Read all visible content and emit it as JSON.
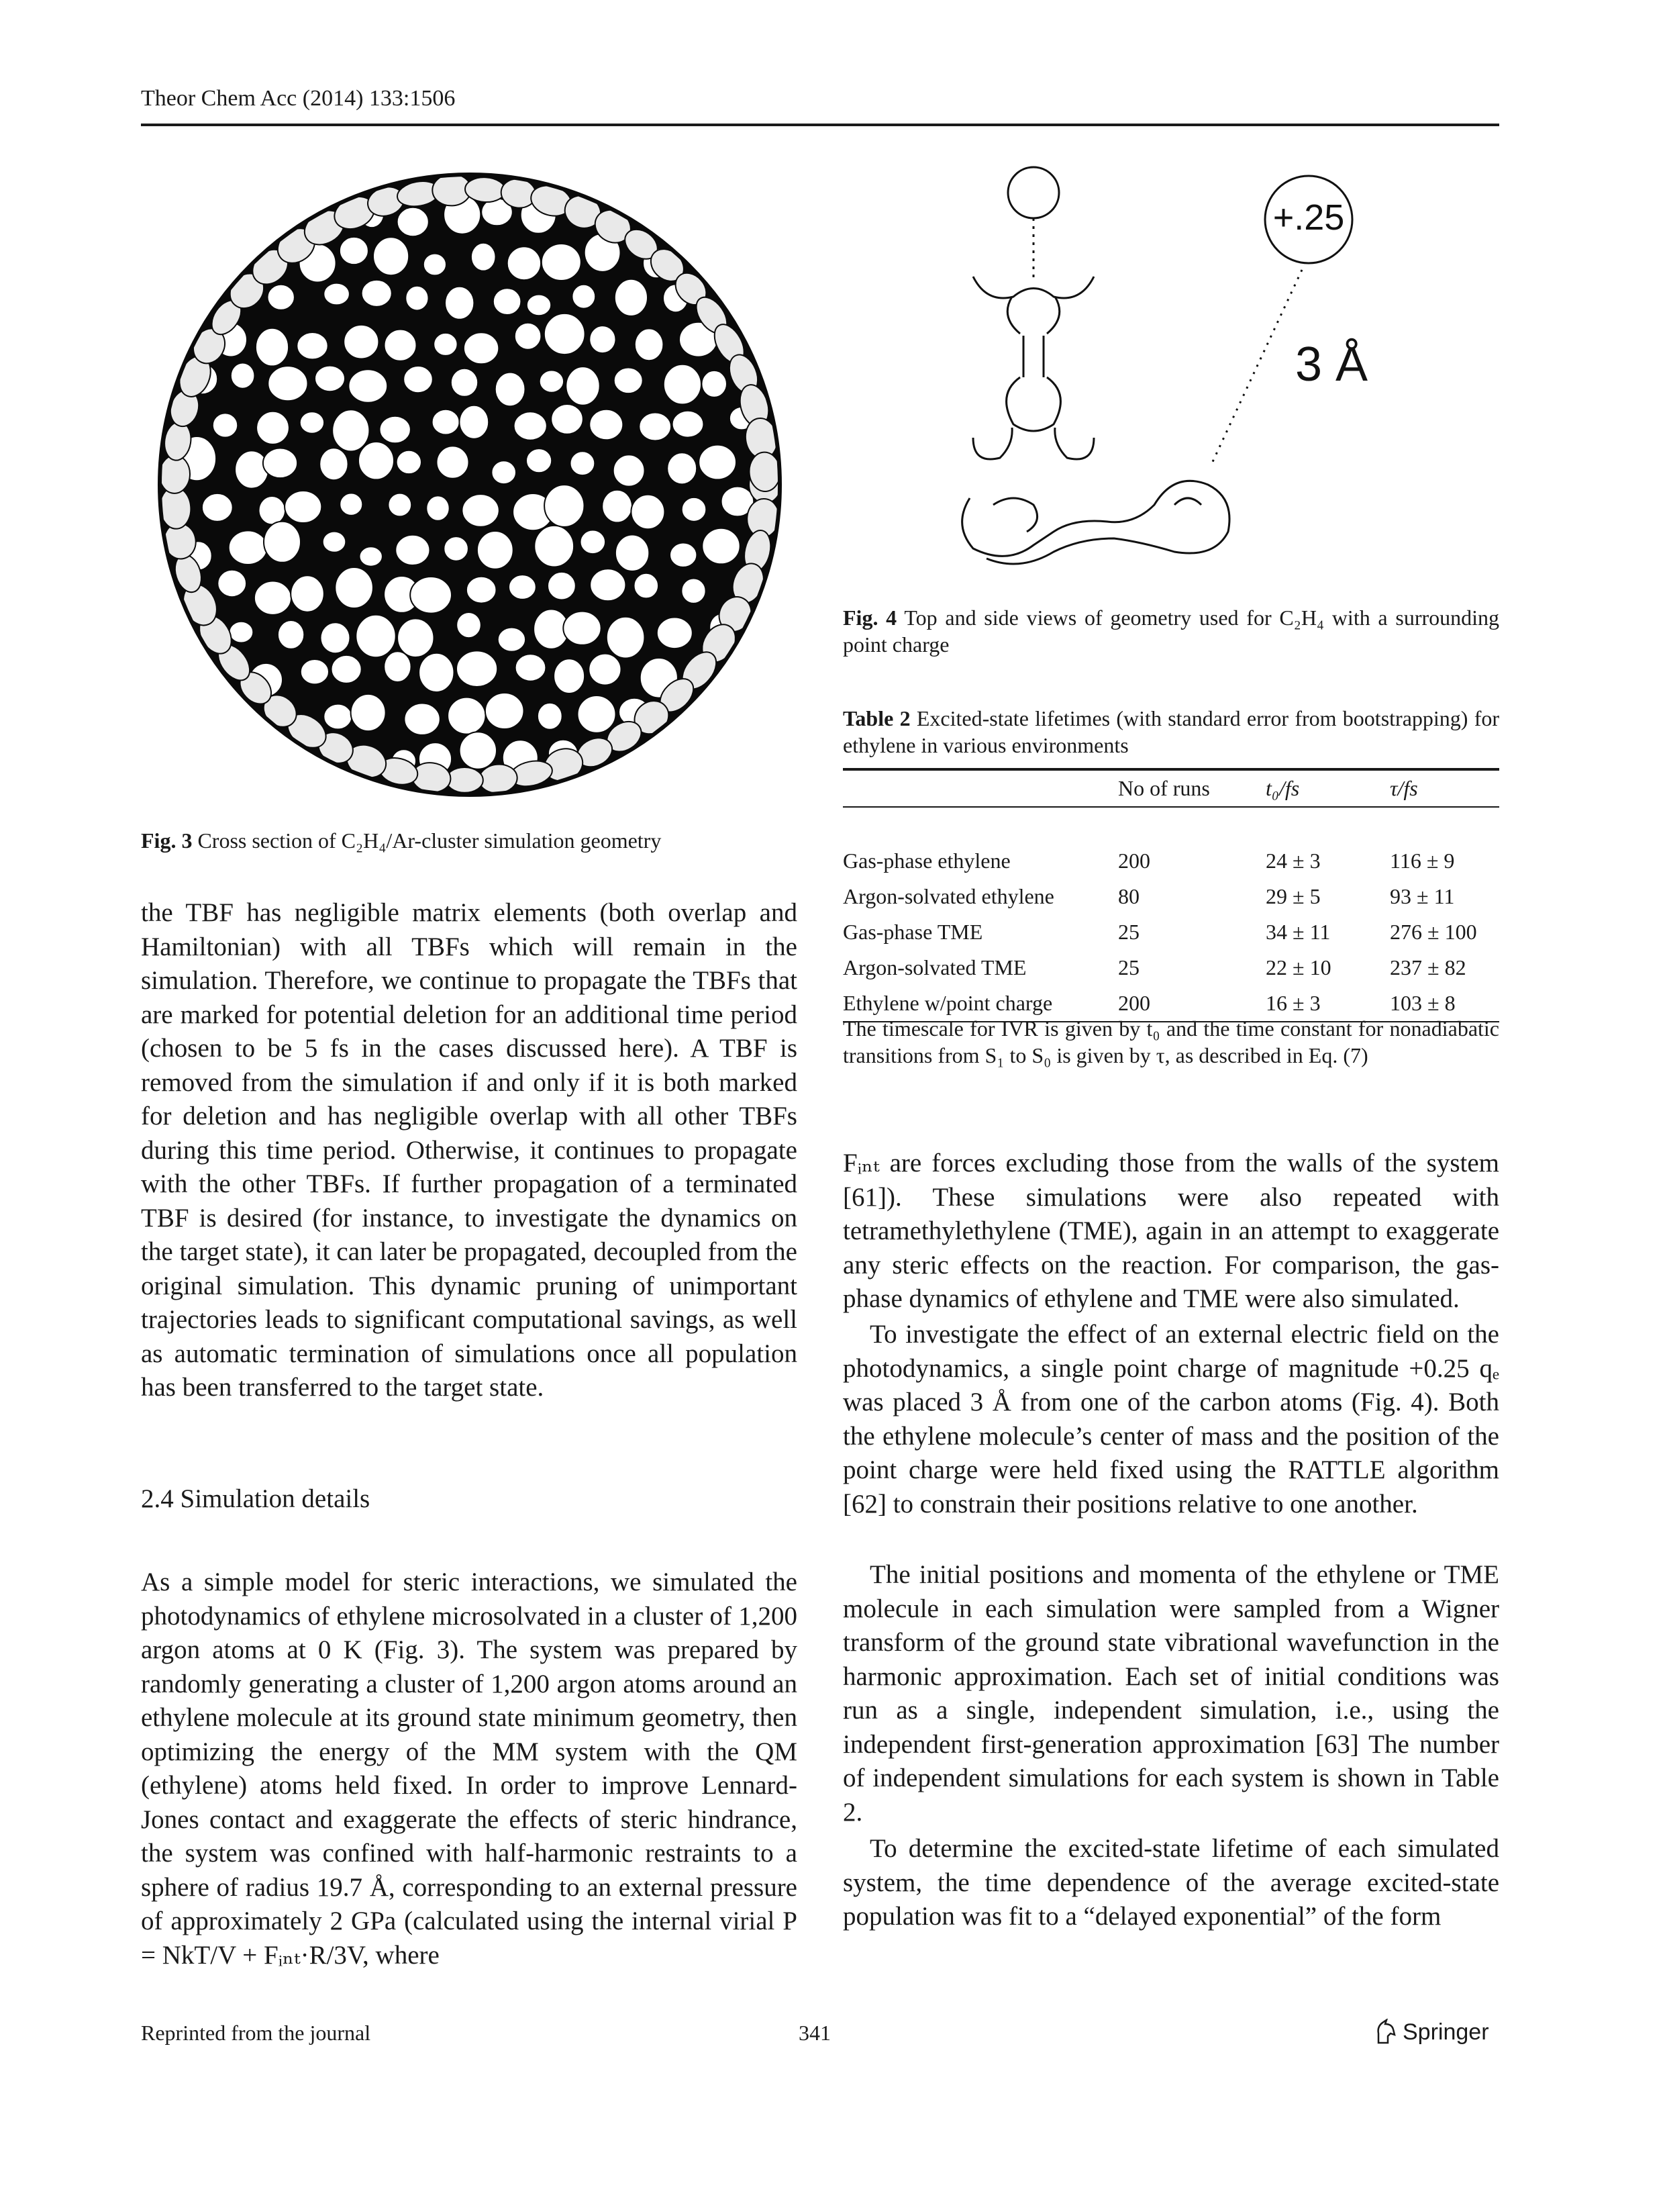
{
  "header": {
    "journal": "Theor Chem Acc (2014) 133:1506"
  },
  "fig3": {
    "caption_label": "Fig. 3",
    "caption_text": "Cross section of C₂H₄/Ar-cluster simulation geometry"
  },
  "fig4": {
    "charge_label": "+.25",
    "distance_label": "3 Å",
    "caption_label": "Fig. 4",
    "caption_text": "Top and side views of geometry used for C₂H₄ with a surrounding point charge"
  },
  "table2": {
    "caption_label": "Table 2",
    "caption_text": "Excited-state lifetimes (with standard error from bootstrapping) for ethylene in various environments",
    "headers": [
      "",
      "No of runs",
      "t₀/fs",
      "τ/fs"
    ],
    "rows": [
      [
        "Gas-phase ethylene",
        "200",
        "24 ± 3",
        "116 ± 9"
      ],
      [
        "Argon-solvated ethylene",
        "80",
        "29 ± 5",
        "93 ± 11"
      ],
      [
        "Gas-phase TME",
        "25",
        "34 ± 11",
        "276 ± 100"
      ],
      [
        "Argon-solvated TME",
        "25",
        "22 ± 10",
        "237 ± 82"
      ],
      [
        "Ethylene w/point charge",
        "200",
        "16 ± 3",
        "103 ± 8"
      ]
    ],
    "footnote": "The timescale for IVR is given by t₀ and the time constant for nonadiabatic transitions from S₁ to S₀ is given by τ, as described in Eq. (7)"
  },
  "left_column": {
    "para1": "the TBF has negligible matrix elements (both overlap and Hamiltonian) with all TBFs which will remain in the simulation. Therefore, we continue to propagate the TBFs that are marked for potential deletion for an additional time period (chosen to be 5 fs in the cases discussed here). A TBF is removed from the simulation if and only if it is both marked for deletion and has negligible overlap with all other TBFs during this time period. Otherwise, it continues to propagate with the other TBFs. If further propagation of a terminated TBF is desired (for instance, to investigate the dynamics on the target state), it can later be propagated, decoupled from the original simulation. This dynamic pruning of unimportant trajectories leads to significant computational savings, as well as automatic termination of simulations once all population has been transferred to the target state.",
    "section_heading": "2.4 Simulation details",
    "para2": "As a simple model for steric interactions, we simulated the photodynamics of ethylene microsolvated in a cluster of 1,200 argon atoms at 0 K (Fig. 3). The system was prepared by randomly generating a cluster of 1,200 argon atoms around an ethylene molecule at its ground state minimum geometry, then optimizing the energy of the MM system with the QM (ethylene) atoms held fixed. In order to improve Lennard-Jones contact and exaggerate the effects of steric hindrance, the system was confined with half-harmonic restraints to a sphere of radius 19.7 Å, corresponding to an external pressure of approximately 2 GPa (calculated using the internal virial P = NkT/V + Fᵢₙₜ·R/3V, where"
  },
  "right_column": {
    "para1": "Fᵢₙₜ are forces excluding those from the walls of the system [61]). These simulations were also repeated with tetramethylethylene (TME), again in an attempt to exaggerate any steric effects on the reaction. For comparison, the gas-phase dynamics of ethylene and TME were also simulated.",
    "para2": "To investigate the effect of an external electric field on the photodynamics, a single point charge of magnitude +0.25 qₑ was placed 3 Å from one of the carbon atoms (Fig. 4). Both the ethylene molecule’s center of mass and the position of the point charge were held fixed using the RATTLE algorithm [62] to constrain their positions relative to one another.",
    "para3": "The initial positions and momenta of the ethylene or TME molecule in each simulation were sampled from a Wigner transform of the ground state vibrational wavefunction in the harmonic approximation. Each set of initial conditions was run as a single, independent simulation, i.e., using the independent first-generation approximation [63] The number of independent simulations for each system is shown in Table 2.",
    "para4": "To determine the excited-state lifetime of each simulated system, the time dependence of the average excited-state population was fit to a “delayed exponential” of the form"
  },
  "footer": {
    "left": "Reprinted from the journal",
    "page": "341",
    "publisher": "Springer"
  }
}
